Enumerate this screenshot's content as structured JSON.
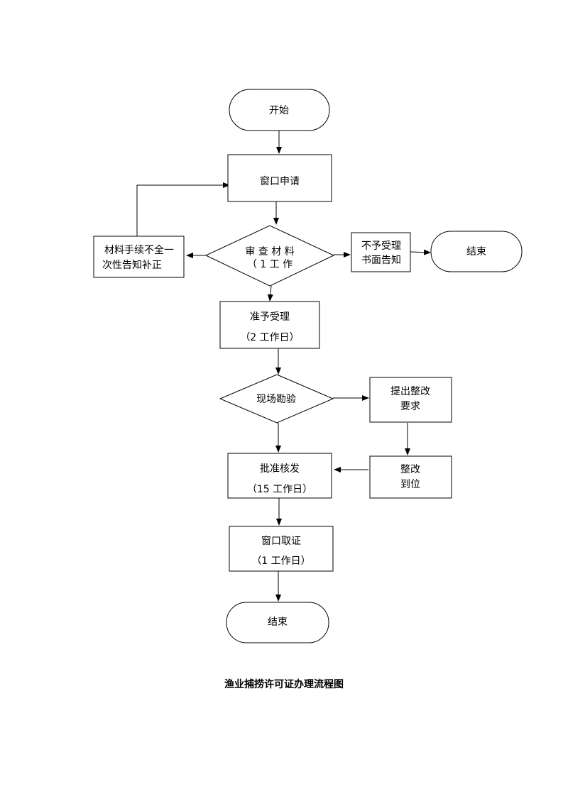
{
  "nodes": {
    "start": {
      "label": "开始"
    },
    "window_apply": {
      "label": "窗口申请"
    },
    "review": {
      "lines": [
        "审 查 材 料",
        "（ 1 工  作"
      ]
    },
    "supplement": {
      "lines": [
        "材料手续不全一",
        "次性告知补正"
      ]
    },
    "reject": {
      "lines": [
        "不予受理",
        "书面告知"
      ]
    },
    "end_top": {
      "label": "结束"
    },
    "accept": {
      "lines": [
        "准予受理",
        "（2 工作日）"
      ]
    },
    "inspect": {
      "label": "现场勘验"
    },
    "rectify_req": {
      "lines": [
        "提出整改",
        "要求"
      ]
    },
    "rectify_done": {
      "lines": [
        "整改",
        "到位"
      ]
    },
    "approve": {
      "lines": [
        "批准核发",
        "（15 工作日）"
      ]
    },
    "collect": {
      "lines": [
        "窗口取证",
        "（1 工作日）"
      ]
    },
    "end_bottom": {
      "label": "结束"
    }
  },
  "caption": "渔业捕捞许可证办理流程图"
}
